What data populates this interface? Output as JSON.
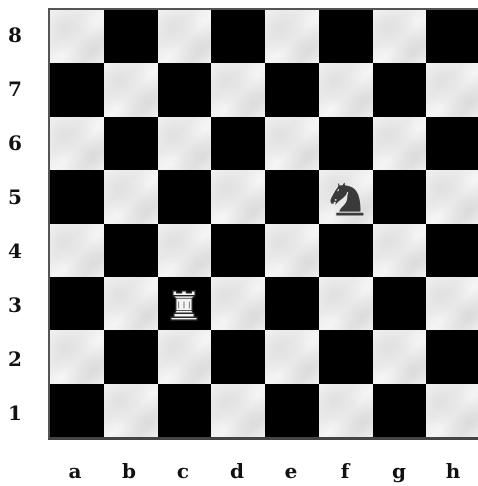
{
  "board": {
    "ranks": [
      "8",
      "7",
      "6",
      "5",
      "4",
      "3",
      "2",
      "1"
    ],
    "files": [
      "a",
      "b",
      "c",
      "d",
      "e",
      "f",
      "g",
      "h"
    ],
    "pieces": [
      {
        "square": "f5",
        "type": "knight",
        "color": "black",
        "icon": "black-knight-icon"
      },
      {
        "square": "c3",
        "type": "rook",
        "color": "white",
        "icon": "white-rook-icon"
      }
    ]
  },
  "colors": {
    "dark_square": "#000000",
    "light_square": "#f0f0f0",
    "label_text": "#111111"
  }
}
